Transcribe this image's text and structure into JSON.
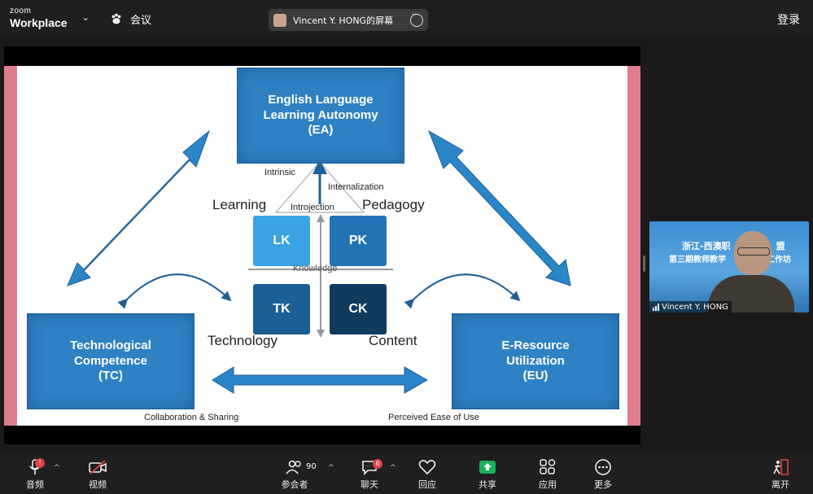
{
  "app": {
    "brand_top": "zoom",
    "brand_bottom": "Workplace",
    "meeting_label": "会议",
    "login_label": "登录"
  },
  "share_pill": {
    "text": "Vincent Y. HONG的屏幕"
  },
  "slide": {
    "boxes": {
      "ea": "English Language\nLearning Autonomy\n(EA)",
      "tc": "Technological\nCompetence\n(TC)",
      "eu": "E-Resource\nUtilization\n(EU)"
    },
    "squares": [
      "LK",
      "PK",
      "TK",
      "CK"
    ],
    "labels": {
      "learning": "Learning",
      "pedagogy": "Pedagogy",
      "technology": "Technology",
      "content": "Content",
      "knowledge": "Knowledge",
      "introjection": "Introjection",
      "intrinsic": "Intrinsic",
      "internalization": "Internalization",
      "collab": "Collaboration & Sharing",
      "perceived": "Perceived Ease of Use"
    },
    "colors": {
      "box": "#2e81c3",
      "lk": "#3aa3e3",
      "pk": "#2474b5",
      "tk": "#1c5f95",
      "ck": "#0e3b5e",
      "arrow": "#2b86c8"
    }
  },
  "video": {
    "name": "Vincent Y. HONG",
    "banner_line1": "浙江-西澳职",
    "banner_line1b": "盟",
    "banner_line2": "第三期教师教学",
    "banner_line2b": "工作坊"
  },
  "toolbar": {
    "audio": "音频",
    "video": "视频",
    "participants": "参会者",
    "participants_count": "90",
    "chat": "聊天",
    "chat_badge": "6",
    "react": "回应",
    "share": "共享",
    "apps": "应用",
    "more": "更多",
    "leave": "离开",
    "audio_badge": "!"
  }
}
